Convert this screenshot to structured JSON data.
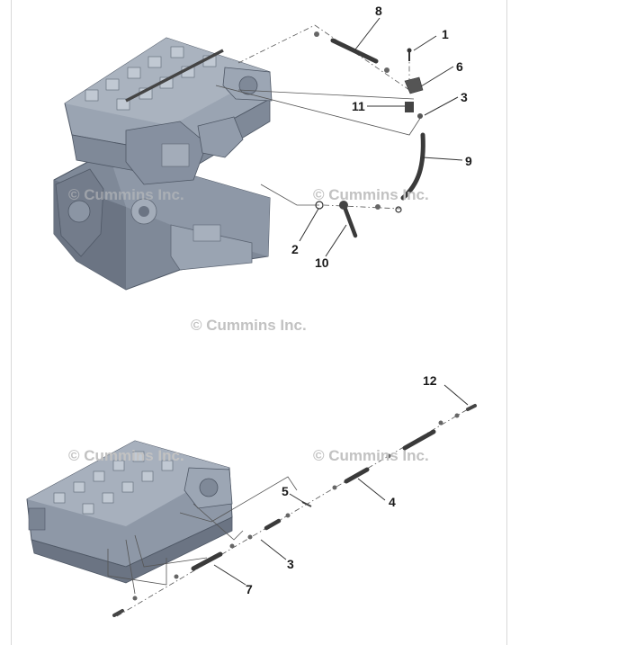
{
  "watermark": "© Cummins Inc.",
  "callouts": {
    "c1": "1",
    "c2": "2",
    "c3a": "3",
    "c3b": "3",
    "c4": "4",
    "c5": "5",
    "c6": "6",
    "c7": "7",
    "c8": "8",
    "c9": "9",
    "c10": "10",
    "c11": "11",
    "c12": "12"
  },
  "colors": {
    "engine_body": "#8f99a8",
    "engine_dark": "#5d6674",
    "engine_light": "#b7c0cc",
    "tube": "#3a3a3a",
    "watermark": "#c2c2c2",
    "border": "#d9d9d9"
  }
}
